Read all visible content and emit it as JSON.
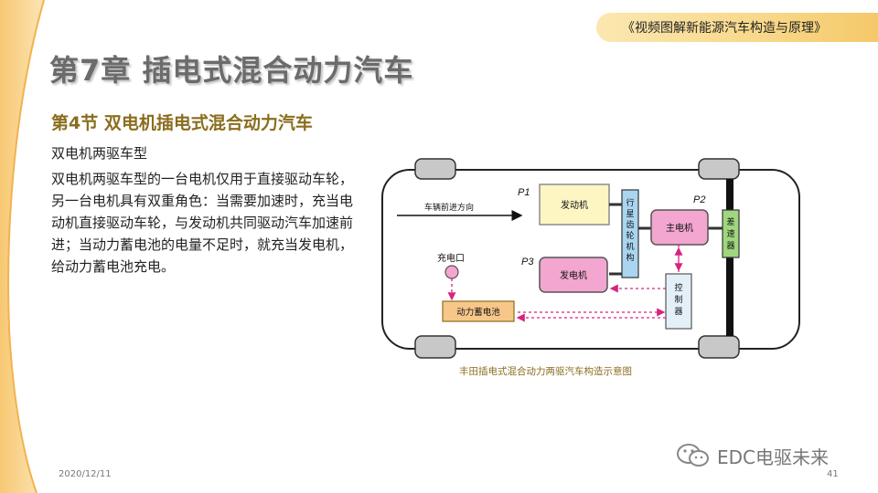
{
  "header": {
    "book_title": "《视频图解新能源汽车构造与原理》"
  },
  "chapter_title": "第7章  插电式混合动力汽车",
  "section_title": "第4节  双电机插电式混合动力汽车",
  "content": {
    "subheading": "双电机两驱车型",
    "paragraph": "双电机两驱车型的一台电机仅用于直接驱动车轮，另一台电机具有双重角色：当需要加速时，充当电动机直接驱动车轮，与发动机共同驱动汽车加速前进；当动力蓄电池的电量不足时，就充当发电机，给动力蓄电池充电。"
  },
  "diagram": {
    "direction_label": "车辆前进方向",
    "engine": "发动机",
    "planetary_gear": [
      "行",
      "星",
      "齿",
      "轮",
      "机",
      "构"
    ],
    "main_motor": "主电机",
    "generator": "发电机",
    "differential": [
      "差",
      "速",
      "器"
    ],
    "controller": [
      "控",
      "制",
      "器"
    ],
    "battery": "动力蓄电池",
    "charge_port": "充电口",
    "p1": "P1",
    "p2": "P2",
    "p3": "P3",
    "caption": "丰田插电式混合动力两驱汽车构造示意图"
  },
  "footer": {
    "date": "2020/12/11",
    "page": "41"
  },
  "watermark": {
    "text": "EDC电驱未来",
    "icon": "wechat-icon"
  },
  "colors": {
    "accent_orange": "#f5b94a",
    "section_gold": "#8a6d1e",
    "engine_yellow": "#fdf6c3",
    "motor_pink": "#f2a6d0",
    "gear_blue": "#a9d5f0",
    "differential_green": "#9fd67f",
    "battery_orange": "#f7c78a",
    "arrow_magenta": "#d6247f"
  }
}
